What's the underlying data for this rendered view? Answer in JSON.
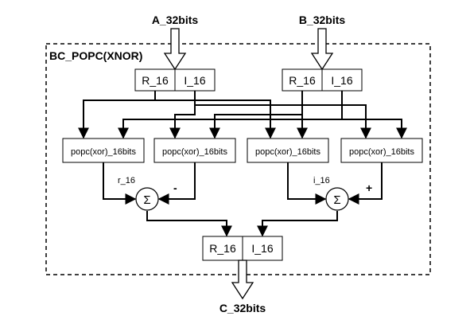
{
  "input_a": "A_32bits",
  "input_b": "B_32bits",
  "output_c": "C_32bits",
  "container_title": "BC_POPC(XNOR)",
  "register_a": {
    "real": "R_16",
    "imag": "I_16"
  },
  "register_b": {
    "real": "R_16",
    "imag": "I_16"
  },
  "register_out": {
    "real": "R_16",
    "imag": "I_16"
  },
  "popc_blocks": [
    "popc(xor)_16bits",
    "popc(xor)_16bits",
    "popc(xor)_16bits",
    "popc(xor)_16bits"
  ],
  "sum_left": {
    "symbol": "Σ",
    "label": "r_16",
    "sign": "-"
  },
  "sum_right": {
    "symbol": "Σ",
    "label": "i_16",
    "sign": "+"
  }
}
